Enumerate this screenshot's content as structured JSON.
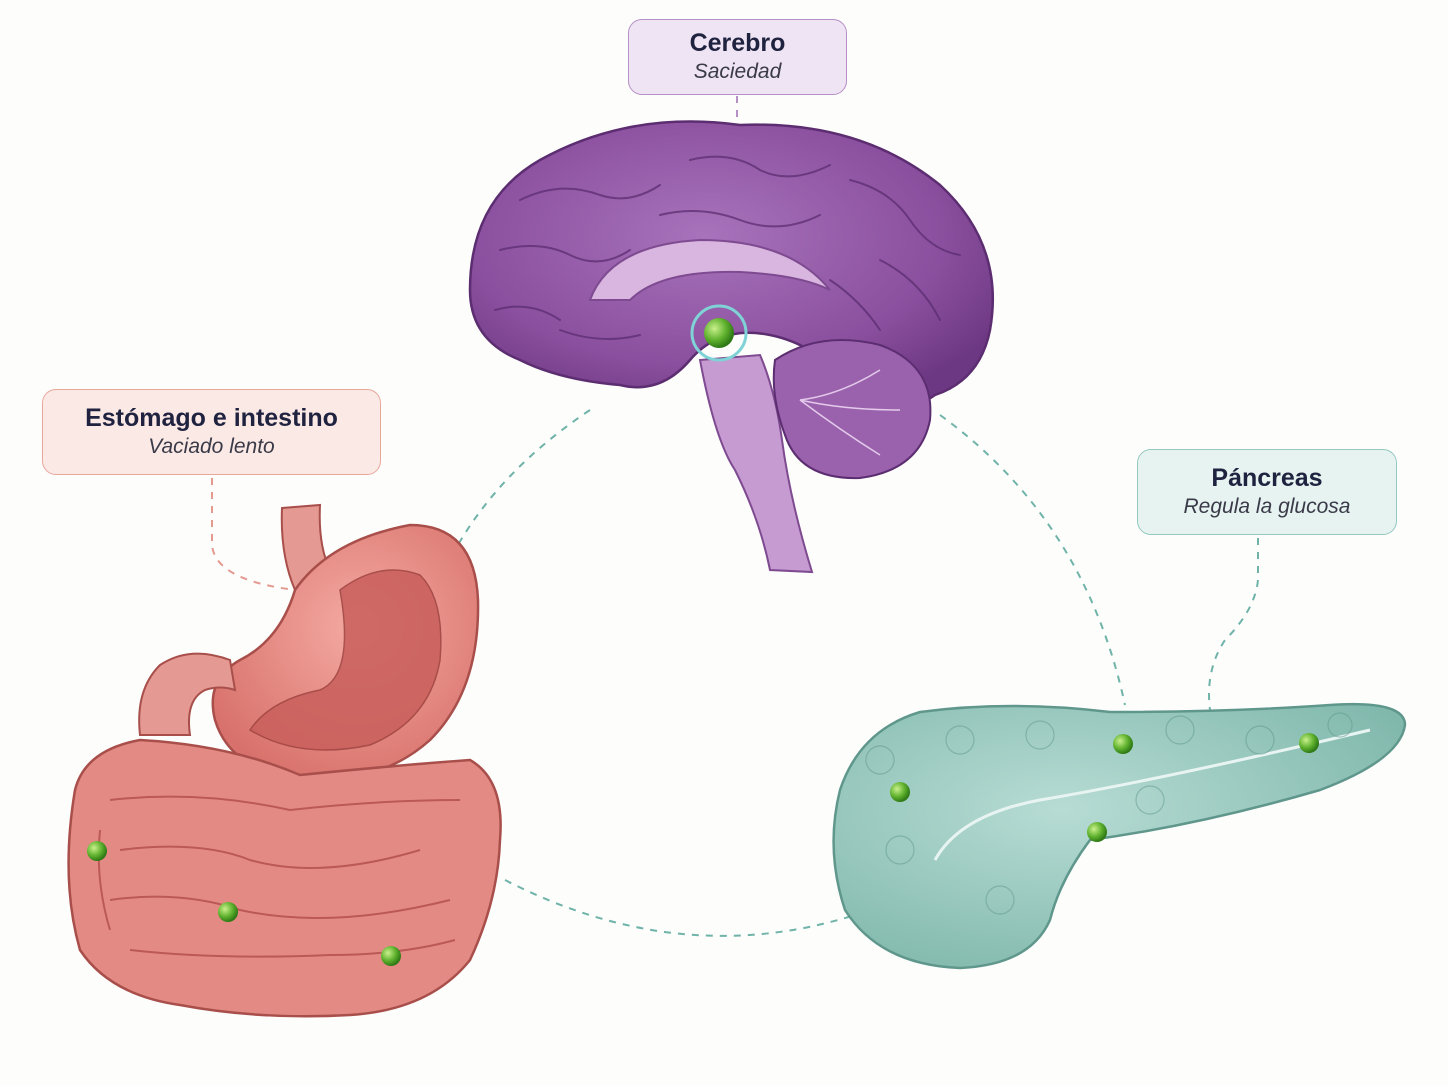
{
  "colors": {
    "brain": "#8a4f9e",
    "brain_label_bg": "#efe4f3",
    "brain_label_border": "#b58fc6",
    "gut": "#e48a84",
    "gut_label_bg": "#fbe9e5",
    "gut_label_border": "#e9a79c",
    "pancreas": "#8fc6bb",
    "pancreas_label_bg": "#e6f3f0",
    "pancreas_label_border": "#94c9bf",
    "connector": "#6fb3a9",
    "receptor_dot": "#5fb12e"
  },
  "labels": {
    "brain": {
      "title": "Cerebro",
      "subtitle": "Saciedad"
    },
    "gut": {
      "title": "Estómago e intestino",
      "subtitle": "Vaciado lento"
    },
    "pancreas": {
      "title": "Páncreas",
      "subtitle": "Regula la glucosa"
    }
  }
}
